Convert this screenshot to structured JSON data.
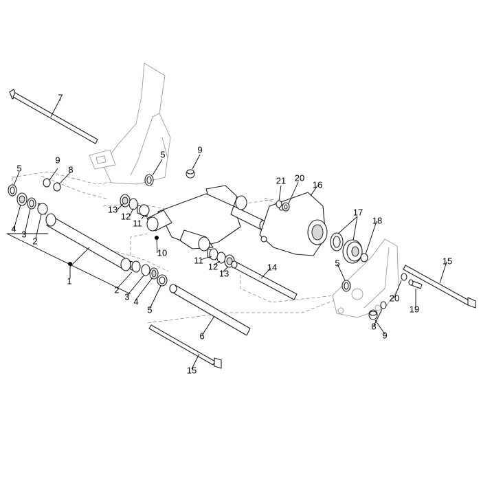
{
  "callouts": [
    {
      "id": "c7",
      "text": "7"
    },
    {
      "id": "c9a",
      "text": "9"
    },
    {
      "id": "c8a",
      "text": "8"
    },
    {
      "id": "c5a",
      "text": "5"
    },
    {
      "id": "c5b",
      "text": "5"
    },
    {
      "id": "c9b",
      "text": "9"
    },
    {
      "id": "c21",
      "text": "21"
    },
    {
      "id": "c20a",
      "text": "20"
    },
    {
      "id": "c16",
      "text": "16"
    },
    {
      "id": "c13a",
      "text": "13"
    },
    {
      "id": "c12a",
      "text": "12"
    },
    {
      "id": "c11a",
      "text": "11"
    },
    {
      "id": "c17",
      "text": "17"
    },
    {
      "id": "c18",
      "text": "18"
    },
    {
      "id": "c4a",
      "text": "4"
    },
    {
      "id": "c3a",
      "text": "3"
    },
    {
      "id": "c2a",
      "text": "2"
    },
    {
      "id": "c10",
      "text": "10"
    },
    {
      "id": "c11b",
      "text": "11"
    },
    {
      "id": "c12b",
      "text": "12"
    },
    {
      "id": "c13b",
      "text": "13"
    },
    {
      "id": "c14",
      "text": "14"
    },
    {
      "id": "c5c",
      "text": "5"
    },
    {
      "id": "c15a",
      "text": "15"
    },
    {
      "id": "c1",
      "text": "1"
    },
    {
      "id": "c2b",
      "text": "2"
    },
    {
      "id": "c3b",
      "text": "3"
    },
    {
      "id": "c4b",
      "text": "4"
    },
    {
      "id": "c5d",
      "text": "5"
    },
    {
      "id": "c20b",
      "text": "20"
    },
    {
      "id": "c19",
      "text": "19"
    },
    {
      "id": "c8b",
      "text": "8"
    },
    {
      "id": "c9c",
      "text": "9"
    },
    {
      "id": "c6",
      "text": "6"
    },
    {
      "id": "c15b",
      "text": "15"
    }
  ]
}
